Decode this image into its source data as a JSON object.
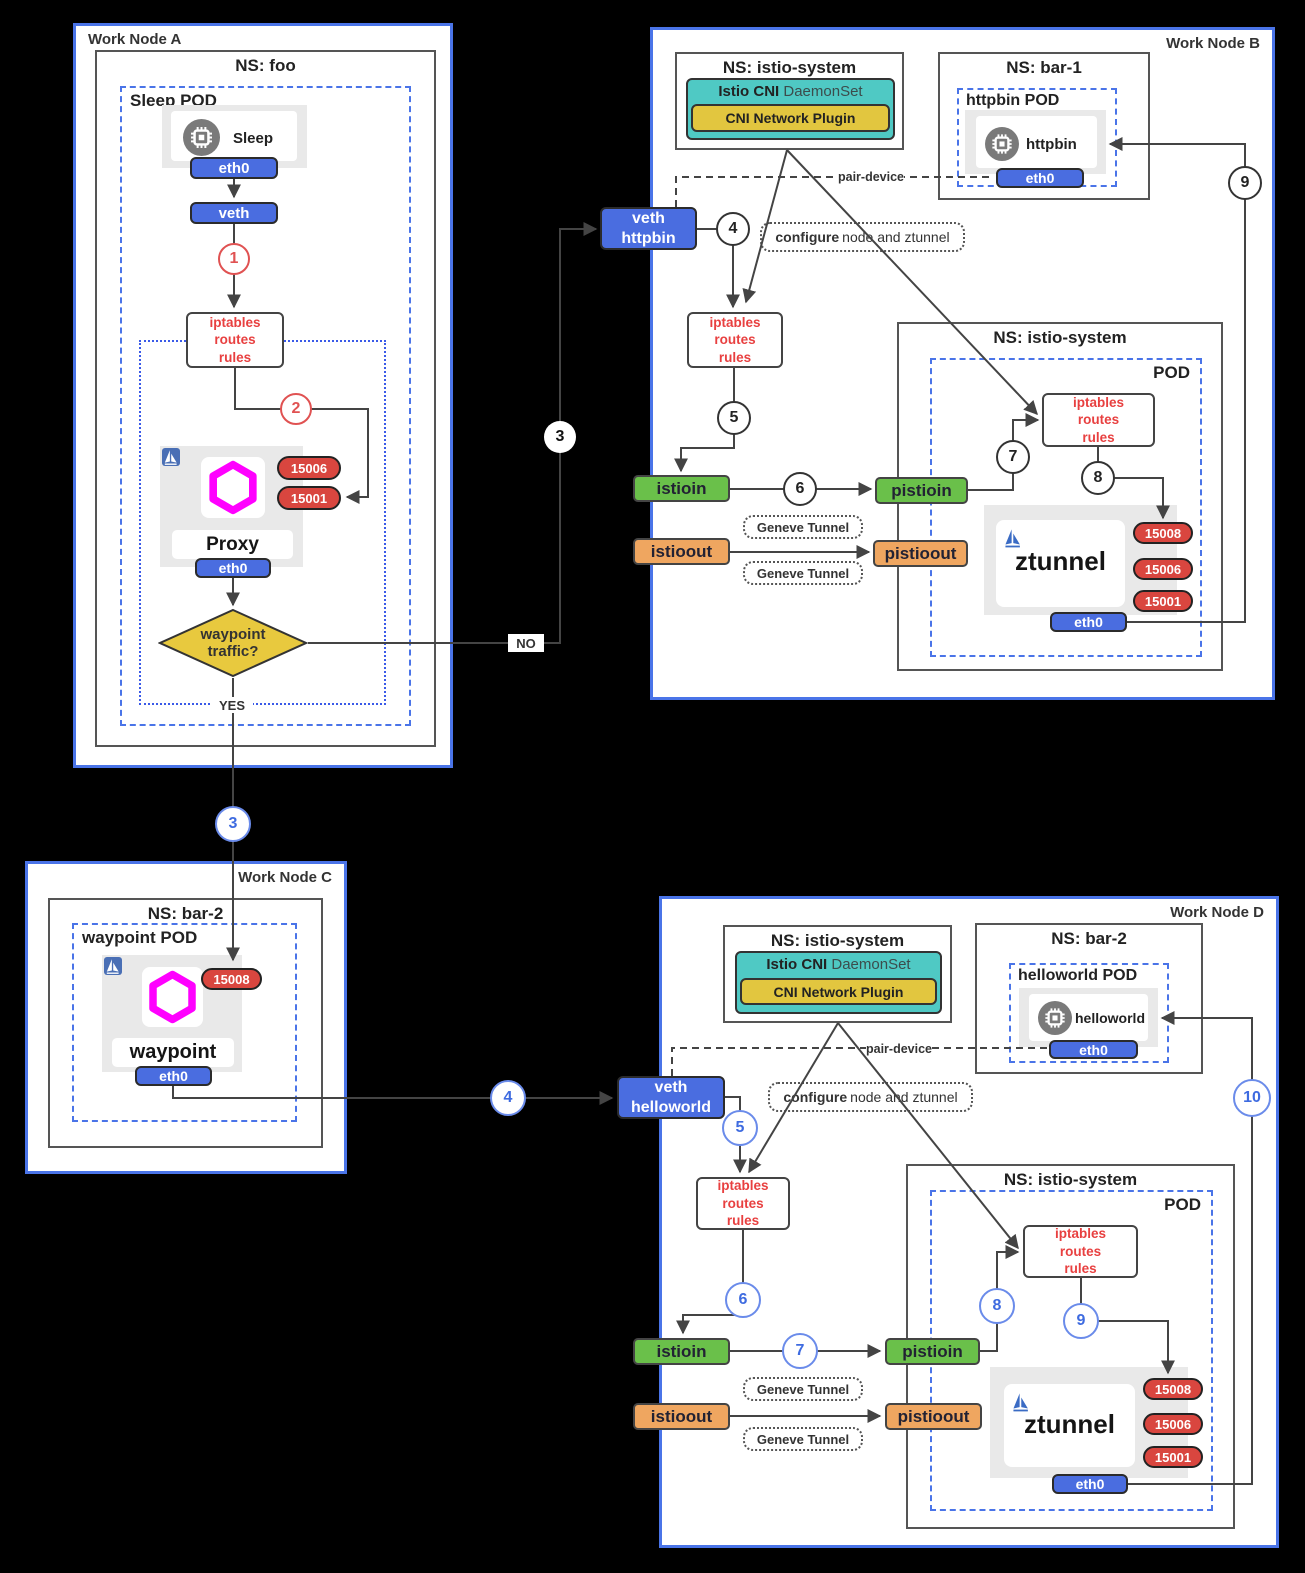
{
  "common": {
    "eth0": "eth0",
    "veth": "veth",
    "iptables": "iptables\nroutes\nrules",
    "istioin": "istioin",
    "istioout": "istioout",
    "pistioin": "pistioin",
    "pistioout": "pistioout",
    "geneve": "Geneve Tunnel",
    "pod": "POD",
    "ns_istio": "NS: istio-system",
    "istio_cni": "Istio CNI",
    "daemonset": " DaemonSet",
    "cni_plugin": "CNI Network Plugin",
    "configure": "configure",
    "configure_rest": " node and ztunnel",
    "pair_device": "pair-device",
    "ztunnel": "ztunnel",
    "p15008": "15008",
    "p15006": "15006",
    "p15001": "15001"
  },
  "steps": {
    "n1": "1",
    "n2": "2",
    "n3": "3",
    "n4": "4",
    "n5": "5",
    "n6": "6",
    "n7": "7",
    "n8": "8",
    "n9": "9",
    "n10": "10"
  },
  "nodeA": {
    "title": "Work Node A",
    "ns": "NS: foo",
    "pod_label": "Sleep POD",
    "app": "Sleep",
    "proxy": "Proxy",
    "decision": "waypoint\ntraffic?",
    "yes": "YES",
    "no": "NO"
  },
  "nodeB": {
    "title": "Work Node B",
    "ns_bar": "NS: bar-1",
    "pod_label": "httpbin POD",
    "app": "httpbin",
    "veth": "veth\nhttpbin"
  },
  "nodeC": {
    "title": "Work Node C",
    "ns": "NS: bar-2",
    "pod_label": "waypoint POD",
    "app": "waypoint"
  },
  "nodeD": {
    "title": "Work Node D",
    "ns_bar": "NS: bar-2",
    "pod_label": "helloworld POD",
    "app": "helloworld",
    "veth": "veth\nhelloworld"
  },
  "colors": {
    "background": "#000000",
    "node_border": "#4a74e8",
    "pill_blue": "#4a6de0",
    "port_red": "#d9463f",
    "chip_green": "#6ac04a",
    "chip_orange": "#efa660",
    "teal": "#4fc9c4",
    "yellow": "#e2c63f",
    "decision_yellow": "#e8c93e",
    "step_red": "#e05252",
    "step_blue": "#3e6be0",
    "line": "#444444",
    "envoy_magenta": "#ff00ff",
    "iptables_red": "#e84040"
  }
}
